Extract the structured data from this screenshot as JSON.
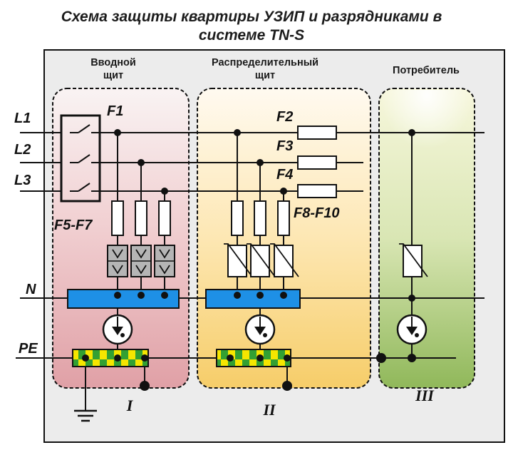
{
  "title": {
    "line1": "Схема защиты квартиры УЗИП и разрядниками в",
    "line2": "системе TN-S"
  },
  "zones": {
    "input_panel": {
      "line1": "Вводной",
      "line2": "щит",
      "roman": "I"
    },
    "distribution_panel": {
      "line1": "Распределительный",
      "line2": "щит",
      "roman": "II"
    },
    "consumer": {
      "line1": "Потребитель",
      "roman": "III"
    }
  },
  "buses": {
    "l1": "L1",
    "l2": "L2",
    "l3": "L3",
    "n": "N",
    "pe": "PE"
  },
  "devices": {
    "f1": "F1",
    "f2": "F2",
    "f3": "F3",
    "f4": "F4",
    "f5_f7": "F5-F7",
    "f8_f10": "F8-F10"
  },
  "colors": {
    "frame_bg": "#ececec",
    "zone1_top": "#f9f3f3",
    "zone1_bottom": "#e2a4a9",
    "zone2_top": "#fff8ea",
    "zone2_bottom": "#f7d070",
    "zone3_top": "#f6f6d8",
    "zone3_bottom": "#94bb5e",
    "n_bus": "#1e90e6",
    "pe_green": "#33a033",
    "pe_yellow": "#f5e600",
    "arrester": "#b5b5b5",
    "fuse": "#ffffff"
  }
}
